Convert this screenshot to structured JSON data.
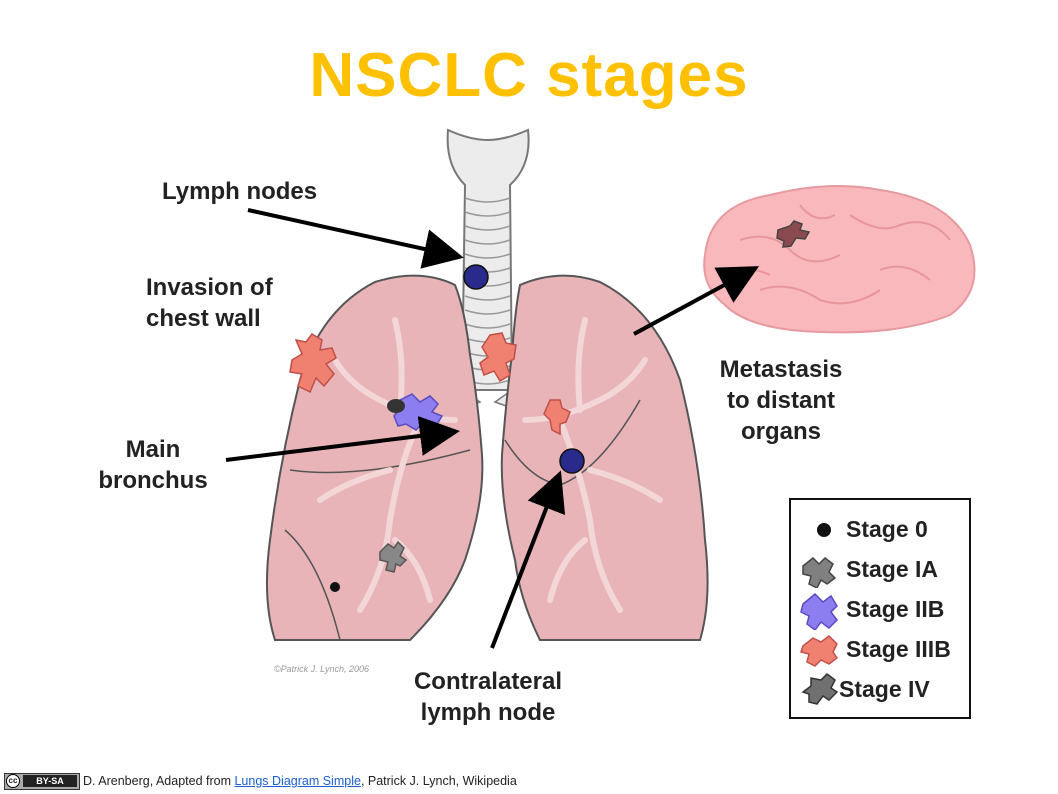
{
  "title": "NSCLC stages",
  "labels": {
    "lymph_nodes": "Lymph nodes",
    "invasion_line1": "Invasion of",
    "invasion_line2": "chest wall",
    "main_line1": "Main",
    "main_line2": "bronchus",
    "metastasis_line1": "Metastasis",
    "metastasis_line2": "to distant",
    "metastasis_line3": "organs",
    "contralateral_line1": "Contralateral",
    "contralateral_line2": "lymph node"
  },
  "legend": [
    {
      "label": "Stage 0",
      "icon": "dot-icon",
      "color": "#111111"
    },
    {
      "label": "Stage IA",
      "icon": "tumor-icon",
      "color": "#808080"
    },
    {
      "label": "Stage IIB",
      "icon": "tumor-icon",
      "color": "#8c7ef0"
    },
    {
      "label": "Stage IIIB",
      "icon": "tumor-icon",
      "color": "#f08070"
    },
    {
      "label": "Stage IV",
      "icon": "tumor-icon",
      "color": "#707070"
    }
  ],
  "credit": "©Patrick J. Lynch, 2006",
  "footer": {
    "badge": "BY-SA",
    "prefix": "D. Arenberg, Adapted from ",
    "link": "Lungs Diagram Simple",
    "suffix": ", Patrick J. Lynch, Wikipedia"
  },
  "colors": {
    "title": "#ffc000",
    "lung": "#e8b4b8",
    "brain": "#f9b8bc",
    "lymph_node": "#2a2a8c"
  }
}
